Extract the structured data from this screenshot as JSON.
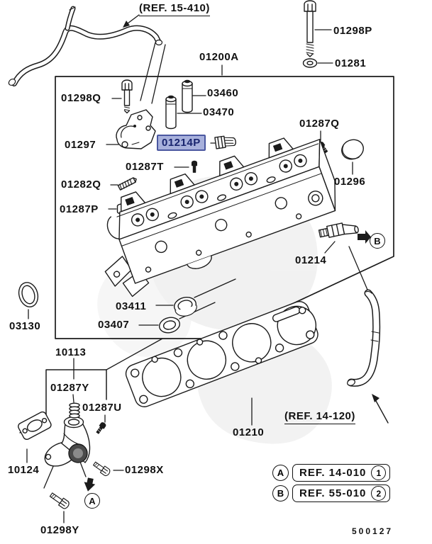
{
  "drawing": {
    "number": "500127",
    "selected_part": "01214P",
    "highlight_bg": "#a8b1dc",
    "highlight_border": "#4a57a0",
    "highlight_text_color": "#18246e",
    "line_color": "#1b1b1b"
  },
  "part_labels": [
    {
      "id": "01298P",
      "text": "01298P",
      "highlighted": false
    },
    {
      "id": "01281",
      "text": "01281",
      "highlighted": false
    },
    {
      "id": "01200A",
      "text": "01200A",
      "highlighted": false
    },
    {
      "id": "03460",
      "text": "03460",
      "highlighted": false
    },
    {
      "id": "03470",
      "text": "03470",
      "highlighted": false
    },
    {
      "id": "01298Q",
      "text": "01298Q",
      "highlighted": false
    },
    {
      "id": "01297",
      "text": "01297",
      "highlighted": false
    },
    {
      "id": "01214P",
      "text": "01214P",
      "highlighted": true
    },
    {
      "id": "01287Q",
      "text": "01287Q",
      "highlighted": false
    },
    {
      "id": "01287T",
      "text": "01287T",
      "highlighted": false
    },
    {
      "id": "01282Q",
      "text": "01282Q",
      "highlighted": false
    },
    {
      "id": "01287P",
      "text": "01287P",
      "highlighted": false
    },
    {
      "id": "01296",
      "text": "01296",
      "highlighted": false
    },
    {
      "id": "01214",
      "text": "01214",
      "highlighted": false
    },
    {
      "id": "03411",
      "text": "03411",
      "highlighted": false
    },
    {
      "id": "03407",
      "text": "03407",
      "highlighted": false
    },
    {
      "id": "03130",
      "text": "03130",
      "highlighted": false
    },
    {
      "id": "10113",
      "text": "10113",
      "highlighted": false
    },
    {
      "id": "01287Y",
      "text": "01287Y",
      "highlighted": false
    },
    {
      "id": "01287U",
      "text": "01287U",
      "highlighted": false
    },
    {
      "id": "10124",
      "text": "10124",
      "highlighted": false
    },
    {
      "id": "01298X",
      "text": "01298X",
      "highlighted": false
    },
    {
      "id": "01298Y",
      "text": "01298Y",
      "highlighted": false
    },
    {
      "id": "01210",
      "text": "01210",
      "highlighted": false
    }
  ],
  "ref_annotations": {
    "top": {
      "text": "(REF. 15-410)"
    },
    "bottom": {
      "text": "(REF. 14-120)"
    }
  },
  "callouts": {
    "a": "A",
    "b": "B"
  },
  "legend": {
    "rows": [
      {
        "marker": "A",
        "text": "REF. 14-010",
        "number": "1"
      },
      {
        "marker": "B",
        "text": "REF. 55-010",
        "number": "2"
      }
    ]
  }
}
